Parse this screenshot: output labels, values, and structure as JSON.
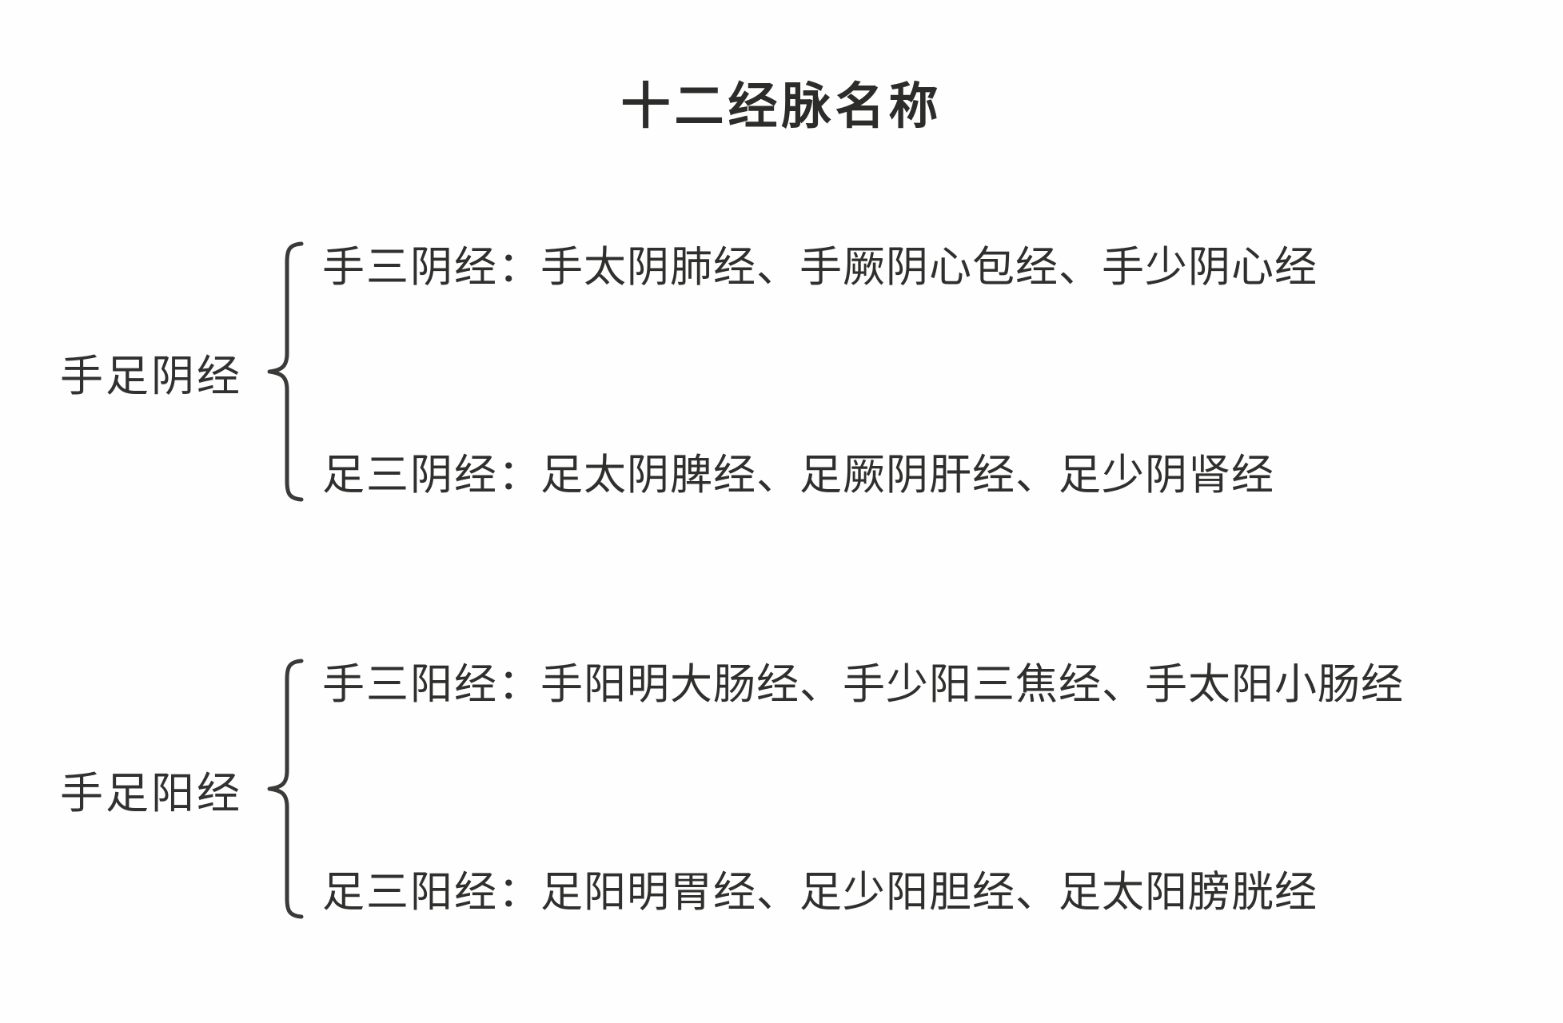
{
  "document": {
    "title": "十二经脉名称"
  },
  "groups": [
    {
      "label": "手足阴经",
      "brace": "left-curly-brace",
      "branches": [
        {
          "category": "手三阴经",
          "separator": "：",
          "items_text": "手太阴肺经、手厥阴心包经、手少阴心经",
          "items": [
            "手太阴肺经",
            "手厥阴心包经",
            "手少阴心经"
          ]
        },
        {
          "category": "足三阴经",
          "separator": "：",
          "items_text": "足太阴脾经、足厥阴肝经、足少阴肾经",
          "items": [
            "足太阴脾经",
            "足厥阴肝经",
            "足少阴肾经"
          ]
        }
      ]
    },
    {
      "label": "手足阳经",
      "brace": "left-curly-brace",
      "branches": [
        {
          "category": "手三阳经",
          "separator": "：",
          "items_text": "手阳明大肠经、手少阳三焦经、手太阳小肠经",
          "items": [
            "手阳明大肠经",
            "手少阳三焦经",
            "手太阳小肠经"
          ]
        },
        {
          "category": "足三阳经",
          "separator": "：",
          "items_text": "足阳明胃经、足少阳胆经、足太阳膀胱经",
          "items": [
            "足阳明胃经",
            "足少阳胆经",
            "足太阳膀胱经"
          ]
        }
      ]
    }
  ],
  "colors": {
    "background": "#fefefe",
    "text": "#2f302e",
    "title": "#2c2d2b",
    "brace": "#3a3b39"
  }
}
